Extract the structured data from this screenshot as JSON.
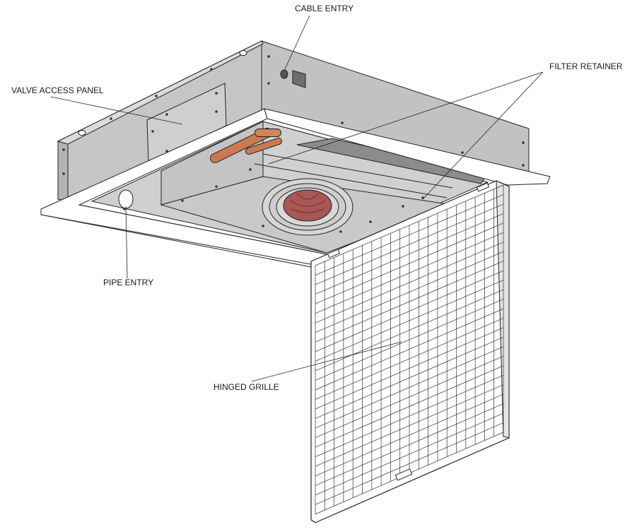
{
  "labels": {
    "cable_entry": "CABLE ENTRY",
    "filter_retainer": "FILTER RETAINER",
    "valve_access_panel": "VALVE ACCESS PANEL",
    "pipe_entry": "PIPE ENTRY",
    "hinged_grille": "HINGED GRILLE"
  },
  "colors": {
    "casing": "#c8c8c8",
    "casing_dark": "#b3b3b3",
    "interior": "#d2d2d2",
    "frame": "#ffffff",
    "copper_pipe": "#c97b4f",
    "fan": "#a85656",
    "filter_strip": "#8a8a8a",
    "outline": "#222222"
  },
  "icons": [
    "cable-entry-gland-icon",
    "pipe-entry-icon",
    "fan-icon",
    "copper-pipe-icon"
  ]
}
